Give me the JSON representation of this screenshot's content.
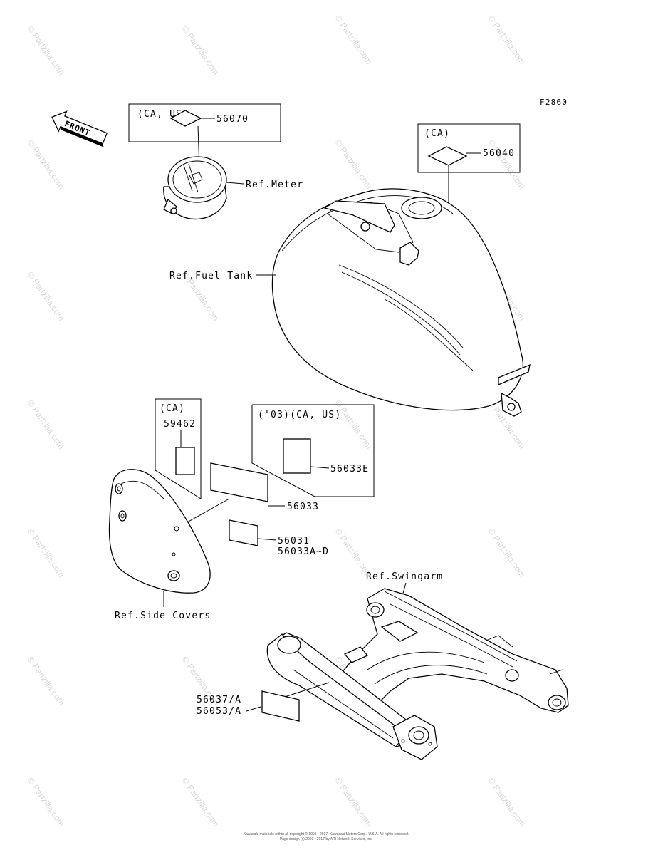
{
  "figure_code": "F2860",
  "front_label": "FRONT",
  "labels": {
    "p56070": "56070",
    "grp_ca_us": "(CA, US)",
    "ref_meter": "Ref.Meter",
    "grp_ca_tank": "(CA)",
    "p56040": "56040",
    "ref_fuel_tank": "Ref.Fuel Tank",
    "grp_ca_side": "(CA)",
    "p59462": "59462",
    "grp_03_ca_us": "('03)(CA, US)",
    "p56033E": "56033E",
    "p56033": "56033",
    "p56031": "56031",
    "p56033A_D": "56033A~D",
    "ref_side_covers": "Ref.Side Covers",
    "ref_swingarm": "Ref.Swingarm",
    "p56037A": "56037/A",
    "p56053A": "56053/A"
  },
  "watermark": "© Partzilla.com",
  "footer": {
    "line1": "Kawasaki materials within all copyright © 1995 - 2017, Kawasaki Motors Corp., U.S.A. All rights reserved.",
    "line2": "Page design (c) 2003 - 2017 by ARI Network Services, Inc."
  }
}
